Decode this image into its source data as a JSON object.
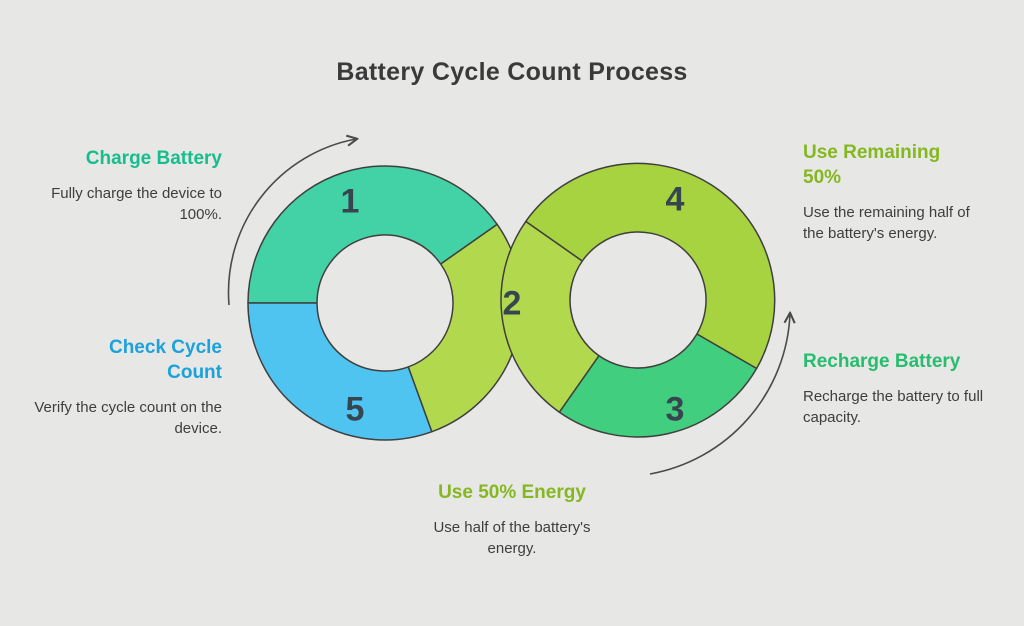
{
  "title": "Battery Cycle Count Process",
  "steps": [
    {
      "number": "1",
      "label": "Charge Battery",
      "description": "Fully charge the device to 100%.",
      "color": "#17bd8d"
    },
    {
      "number": "2",
      "label": "Use 50% Energy",
      "description": "Use half of the battery's energy.",
      "color": "#85b820"
    },
    {
      "number": "3",
      "label": "Recharge Battery",
      "description": "Recharge the battery to full capacity.",
      "color": "#27bd6e"
    },
    {
      "number": "4",
      "label": "Use Remaining 50%",
      "description": "Use the remaining half of the battery's energy.",
      "color": "#85b820"
    },
    {
      "number": "5",
      "label": "Check Cycle Count",
      "description": "Verify the cycle count on the device.",
      "color": "#1ba2dc"
    }
  ],
  "colors": {
    "background": "#e7e7e5",
    "segment_teal": "#43d1a6",
    "segment_blue": "#4fc4f0",
    "segment_lime": "#b2d94d",
    "segment_lime_right": "#a6d33f",
    "segment_green": "#41ce7e",
    "outline": "#3f3f3f",
    "arrow": "#4a4a4a",
    "number_text": "#36454f",
    "title_text": "#3a3a3a",
    "body_text": "#3e3e3e"
  }
}
